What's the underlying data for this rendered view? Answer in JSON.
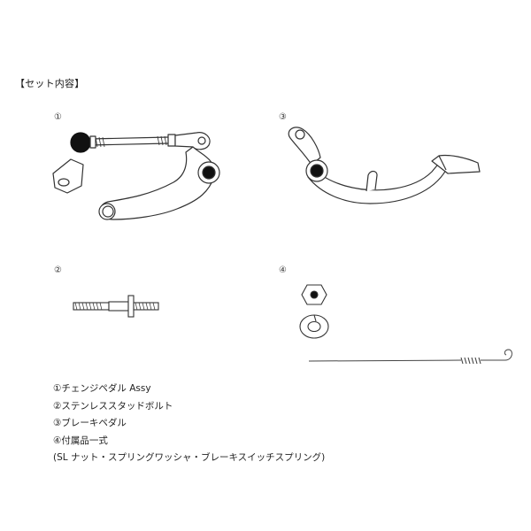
{
  "heading": "【セット内容】",
  "labels": {
    "part1": "①",
    "part2": "②",
    "part3": "③",
    "part4": "④"
  },
  "legend": [
    "①チェンジペダル Assy",
    "②ステンレススタッドボルト",
    "③ブレーキペダル",
    "④付属品一式",
    "(SL ナット・スプリングワッシャ・ブレーキスイッチスプリング)"
  ],
  "colors": {
    "line": "#333333",
    "knob": "#111111",
    "fill": "#ffffff"
  }
}
